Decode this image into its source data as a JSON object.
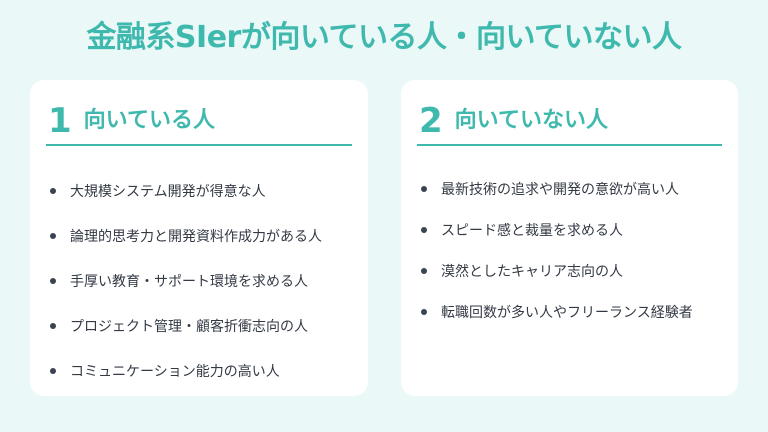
{
  "title": "金融系SIerが向いている人・向いていない人",
  "colors": {
    "accent": "#3fb9ad",
    "background": "#eaf8f8",
    "card": "#ffffff",
    "text": "#333a44"
  },
  "cards": [
    {
      "number": "1",
      "heading": "向いている人",
      "items": [
        "大規模システム開発が得意な人",
        "論理的思考力と開発資料作成力がある人",
        "手厚い教育・サポート環境を求める人",
        "プロジェクト管理・顧客折衝志向の人",
        "コミュニケーション能力の高い人"
      ]
    },
    {
      "number": "2",
      "heading": "向いていない人",
      "items": [
        "最新技術の追求や開発の意欲が高い人",
        "スピード感と裁量を求める人",
        "漠然としたキャリア志向の人",
        "転職回数が多い人やフリーランス経験者"
      ]
    }
  ]
}
